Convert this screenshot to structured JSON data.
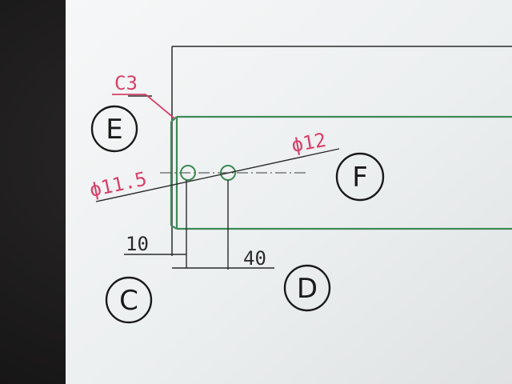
{
  "drawing": {
    "chamfer_label": "C3",
    "hole_left_diameter": "ϕ11.5",
    "hole_right_diameter": "ϕ12",
    "dim_hole_left_offset": "10",
    "dim_hole_right_offset": "40",
    "callouts": {
      "e": "E",
      "f": "F",
      "c": "C",
      "d": "D"
    }
  },
  "colors": {
    "annotation_red": "#d6416a",
    "outline_green": "#3c8a56",
    "ink": "#1a1a1a",
    "paper": "#f1f2f3",
    "background": "#1b1a1a"
  }
}
